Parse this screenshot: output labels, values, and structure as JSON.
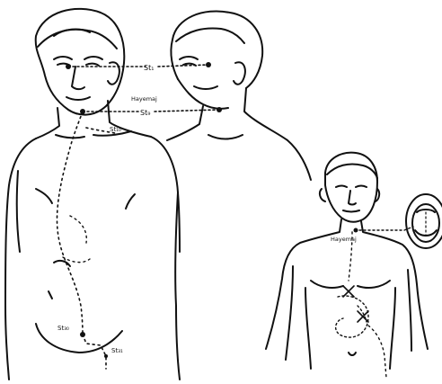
{
  "figure": {
    "labels": {
      "st1": "St₁",
      "st9": "St₉",
      "hayemaj": "Hayemaj",
      "hayemaj_small": "Hayemaj",
      "st10": "St₁₀",
      "st30": "St₃₀",
      "st31": "St₃₁"
    }
  }
}
